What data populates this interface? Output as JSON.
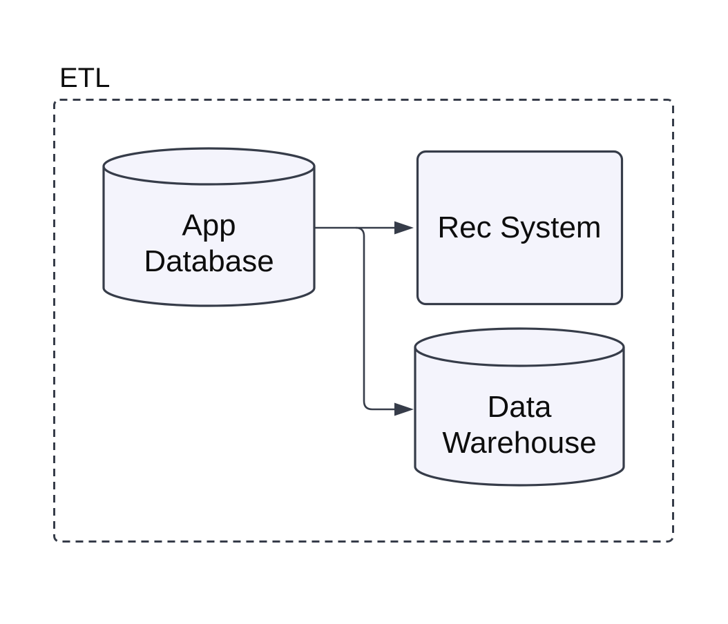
{
  "diagram": {
    "type": "flowchart",
    "group_label": "ETL",
    "nodes": [
      {
        "id": "app-database",
        "label": "App Database",
        "shape": "cylinder"
      },
      {
        "id": "rec-system",
        "label": "Rec System",
        "shape": "rounded-rectangle"
      },
      {
        "id": "data-warehouse",
        "label": "Data Warehouse",
        "shape": "cylinder"
      }
    ],
    "edges": [
      {
        "from": "App Database",
        "to": "Rec System",
        "arrow": "filled-triangle"
      },
      {
        "from": "App Database",
        "to": "Data Warehouse",
        "arrow": "filled-triangle"
      }
    ],
    "colors": {
      "background": "#ffffff",
      "node_fill": "#f4f4fc",
      "node_stroke": "#363c49",
      "edge_stroke": "#363c49",
      "text": "#0d0d0d"
    }
  }
}
